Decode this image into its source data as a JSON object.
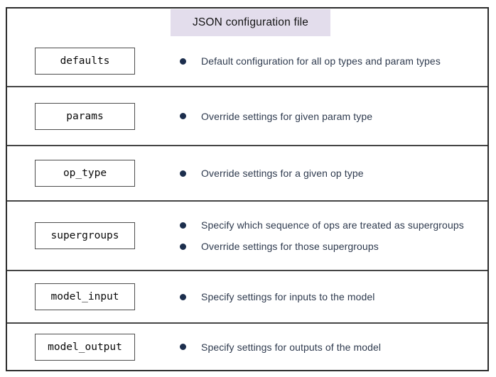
{
  "title": "JSON configuration file",
  "rows": [
    {
      "label": "defaults",
      "bullets": [
        "Default configuration for all op types and param types"
      ]
    },
    {
      "label": "params",
      "bullets": [
        "Override settings for given param type"
      ]
    },
    {
      "label": "op_type",
      "bullets": [
        "Override settings for a given op type"
      ]
    },
    {
      "label": "supergroups",
      "bullets": [
        "Specify which sequence of ops are treated as supergroups",
        "Override settings for those supergroups"
      ]
    },
    {
      "label": "model_input",
      "bullets": [
        "Specify settings for inputs to the model"
      ]
    },
    {
      "label": "model_output",
      "bullets": [
        "Specify settings for outputs of the model"
      ]
    }
  ],
  "colors": {
    "title_background": "#e3ddec",
    "frame_border": "#2b2b2b",
    "bullet": "#1c2e4d",
    "body_text": "#2e3a4e"
  }
}
